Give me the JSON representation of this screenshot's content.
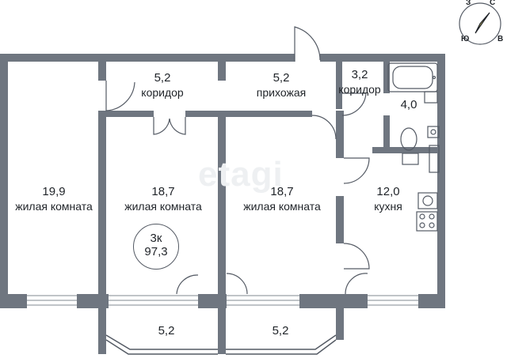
{
  "watermark": "etagi",
  "compass": {
    "n": "С",
    "s": "Ю",
    "w": "З",
    "e": "В"
  },
  "summary": {
    "rooms": "3к",
    "total_area": "97,3"
  },
  "rooms": [
    {
      "id": "living-left",
      "area": "19,9",
      "name": "жилая комната"
    },
    {
      "id": "living-middle",
      "area": "18,7",
      "name": "жилая комната"
    },
    {
      "id": "living-right",
      "area": "18,7",
      "name": "жилая комната"
    },
    {
      "id": "corridor-top",
      "area": "5,2",
      "name": "коридор"
    },
    {
      "id": "hall",
      "area": "5,2",
      "name": "прихожая"
    },
    {
      "id": "corridor-small",
      "area": "3,2",
      "name": "коридор"
    },
    {
      "id": "bathroom",
      "area": "4,0",
      "name": ""
    },
    {
      "id": "kitchen",
      "area": "12,0",
      "name": "кухня"
    },
    {
      "id": "balcony-left",
      "area": "5,2",
      "name": ""
    },
    {
      "id": "balcony-right",
      "area": "5,2",
      "name": ""
    }
  ],
  "colors": {
    "wall": "#6f7680",
    "thin": "#545a64",
    "window": "#9aa0a8"
  }
}
